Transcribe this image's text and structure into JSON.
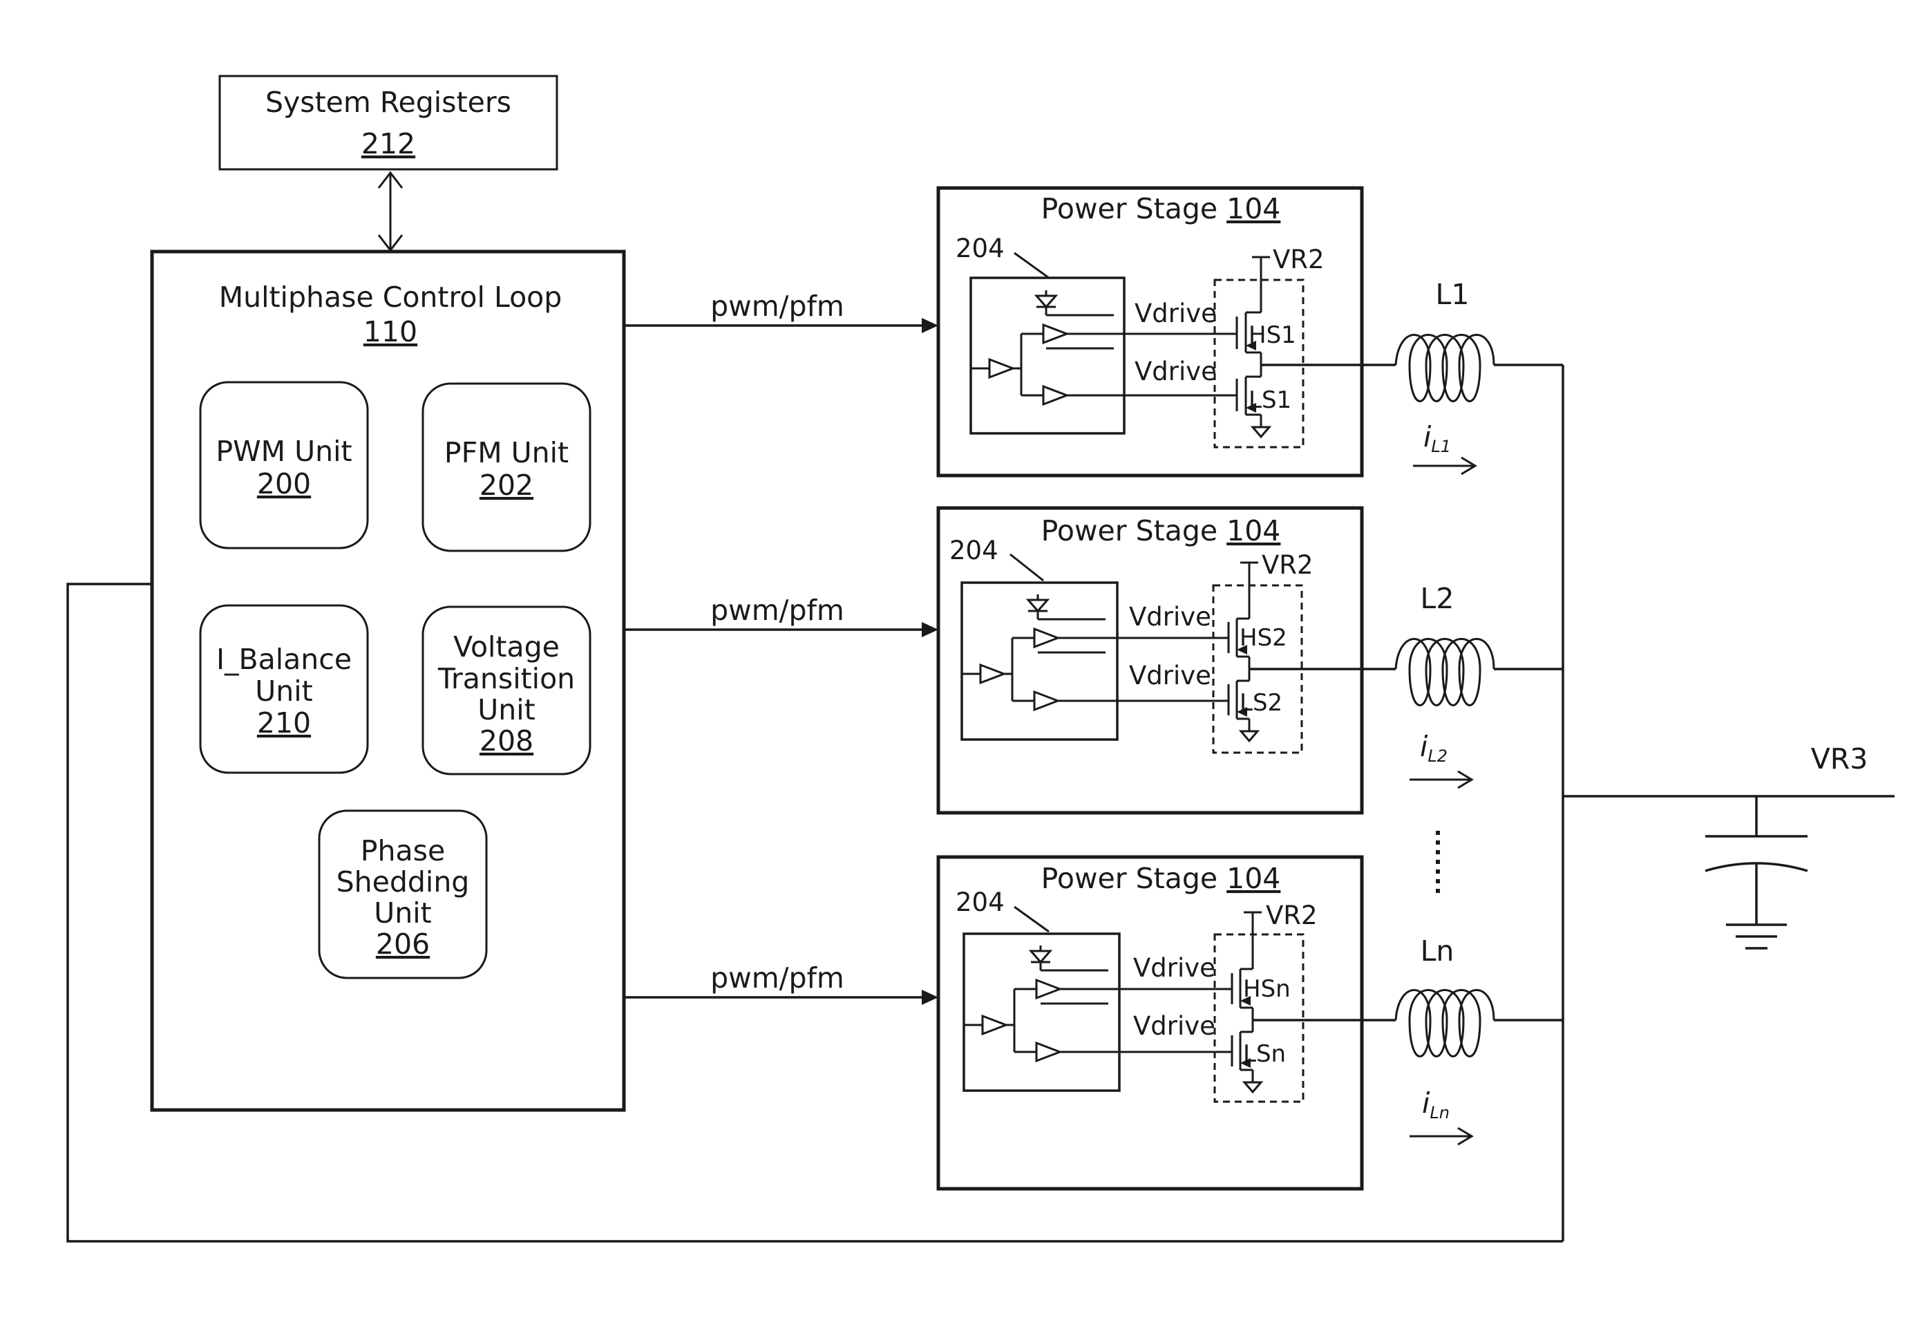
{
  "system_registers": {
    "label": "System Registers",
    "ref": "212"
  },
  "control_loop": {
    "label": "Multiphase Control Loop",
    "ref": "110",
    "units": [
      {
        "lines": [
          "PWM Unit"
        ],
        "ref": "200"
      },
      {
        "lines": [
          "PFM Unit"
        ],
        "ref": "202"
      },
      {
        "lines": [
          "I_Balance",
          "Unit"
        ],
        "ref": "210"
      },
      {
        "lines": [
          "Voltage",
          "Transition",
          "Unit"
        ],
        "ref": "208"
      },
      {
        "lines": [
          "Phase",
          "Shedding",
          "Unit"
        ],
        "ref": "206"
      }
    ]
  },
  "signal_label": "pwm/pfm",
  "power_stages": [
    {
      "title": "Power Stage",
      "ref": "104",
      "driver_ref": "204",
      "supply": "VR2",
      "drive_label": "Vdrive",
      "hs": "HS1",
      "ls": "LS1",
      "inductor": "L1",
      "current": "i",
      "current_sub": "L1"
    },
    {
      "title": "Power Stage",
      "ref": "104",
      "driver_ref": "204",
      "supply": "VR2",
      "drive_label": "Vdrive",
      "hs": "HS2",
      "ls": "LS2",
      "inductor": "L2",
      "current": "i",
      "current_sub": "L2"
    },
    {
      "title": "Power Stage",
      "ref": "104",
      "driver_ref": "204",
      "supply": "VR2",
      "drive_label": "Vdrive",
      "hs": "HSn",
      "ls": "LSn",
      "inductor": "Ln",
      "current": "i",
      "current_sub": "Ln"
    }
  ],
  "output_label": "VR3"
}
